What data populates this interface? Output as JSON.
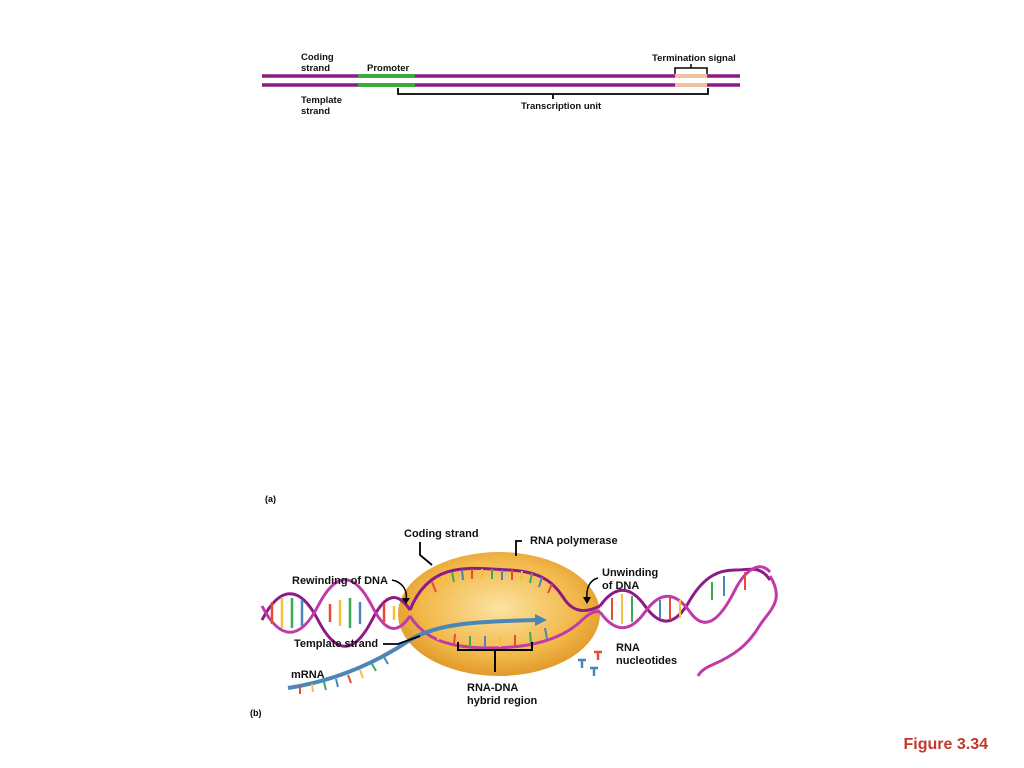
{
  "panel_a": {
    "label": "(a)",
    "coding_strand": [
      "Coding",
      "strand"
    ],
    "template_strand": [
      "Template",
      "strand"
    ],
    "promoter": "Promoter",
    "termination_signal": "Termination signal",
    "transcription_unit": "Transcription unit"
  },
  "panel_b": {
    "label": "(b)",
    "coding_strand": "Coding strand",
    "rna_polymerase": "RNA polymerase",
    "rewinding": "Rewinding of DNA",
    "unwinding": [
      "Unwinding",
      "of DNA"
    ],
    "template_strand": "Template strand",
    "rna_nucleotides": [
      "RNA",
      "nucleotides"
    ],
    "mrna": "mRNA",
    "hybrid": [
      "RNA-DNA",
      "hybrid region"
    ]
  },
  "figure_label": "Figure 3.34",
  "colors": {
    "dna_strand": "#8e1a86",
    "promoter": "#3aaa3a",
    "termination": "#f0c0a0",
    "polymerase": "#f2b84a",
    "mrna": "#4a86b8",
    "figure_label": "#c0392b"
  }
}
